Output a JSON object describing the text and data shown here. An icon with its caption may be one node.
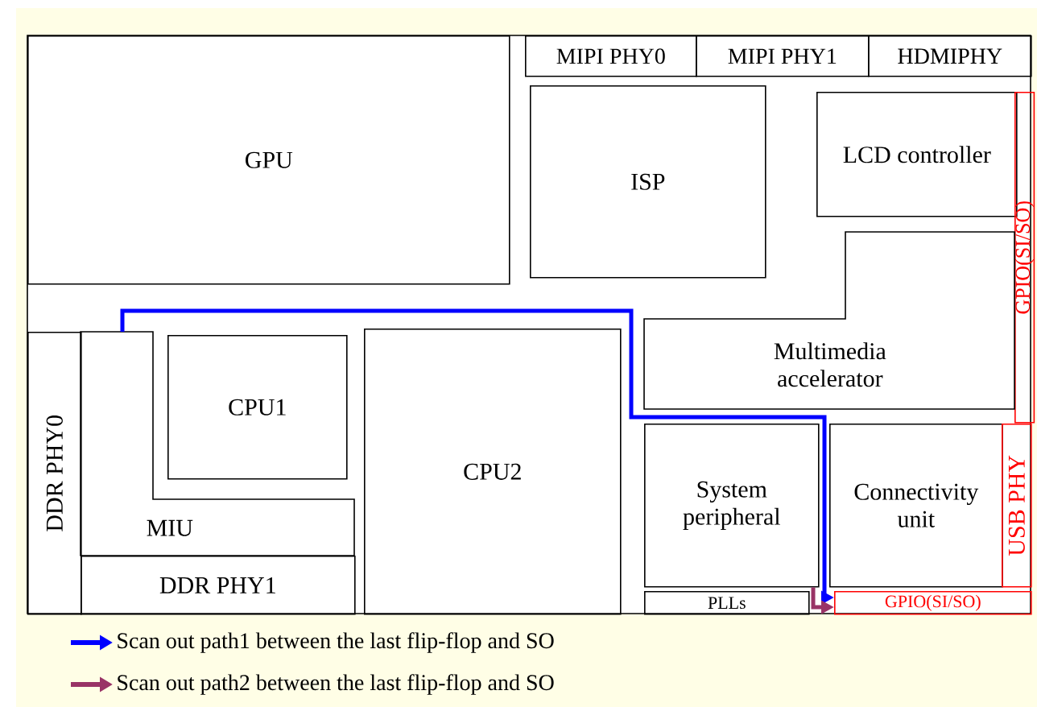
{
  "diagram": {
    "nodes": [
      {
        "text": [
          "GPU"
        ]
      },
      {
        "text": [
          "MIPI PHY0"
        ]
      },
      {
        "text": [
          "MIPI PHY1"
        ]
      },
      {
        "text": [
          "HDMIPHY"
        ]
      },
      {
        "text": [
          "ISP"
        ]
      },
      {
        "text": [
          "LCD controller"
        ]
      },
      {
        "text": [
          "GPIO(SI/SO)"
        ]
      },
      {
        "text": [
          "Multimedia accelerator"
        ]
      },
      {
        "text": [
          "DDR PHY0"
        ]
      },
      {
        "text": [
          "MIU"
        ]
      },
      {
        "text": [
          "CPU1"
        ]
      },
      {
        "text": [
          "CPU2"
        ]
      },
      {
        "text": [
          "DDR PHY1"
        ]
      },
      {
        "text": [
          "System peripheral"
        ]
      },
      {
        "text": [
          "Connectivity unit"
        ]
      },
      {
        "text": [
          "USB PHY"
        ]
      },
      {
        "text": [
          "PLLs"
        ]
      },
      {
        "text": [
          "GPIO(SI/SO)"
        ]
      }
    ],
    "edges": [
      {
        "from": 9,
        "to": 17,
        "arrow": "to",
        "color": "#0000ff"
      },
      {
        "from": 13,
        "to": 17,
        "arrow": "to",
        "color": "#993366"
      }
    ],
    "legend": [
      {
        "text": "Scan out path1 between the last flip-flop and SO"
      },
      {
        "text": "Scan out path2 between the last flip-flop and SO"
      }
    ]
  }
}
